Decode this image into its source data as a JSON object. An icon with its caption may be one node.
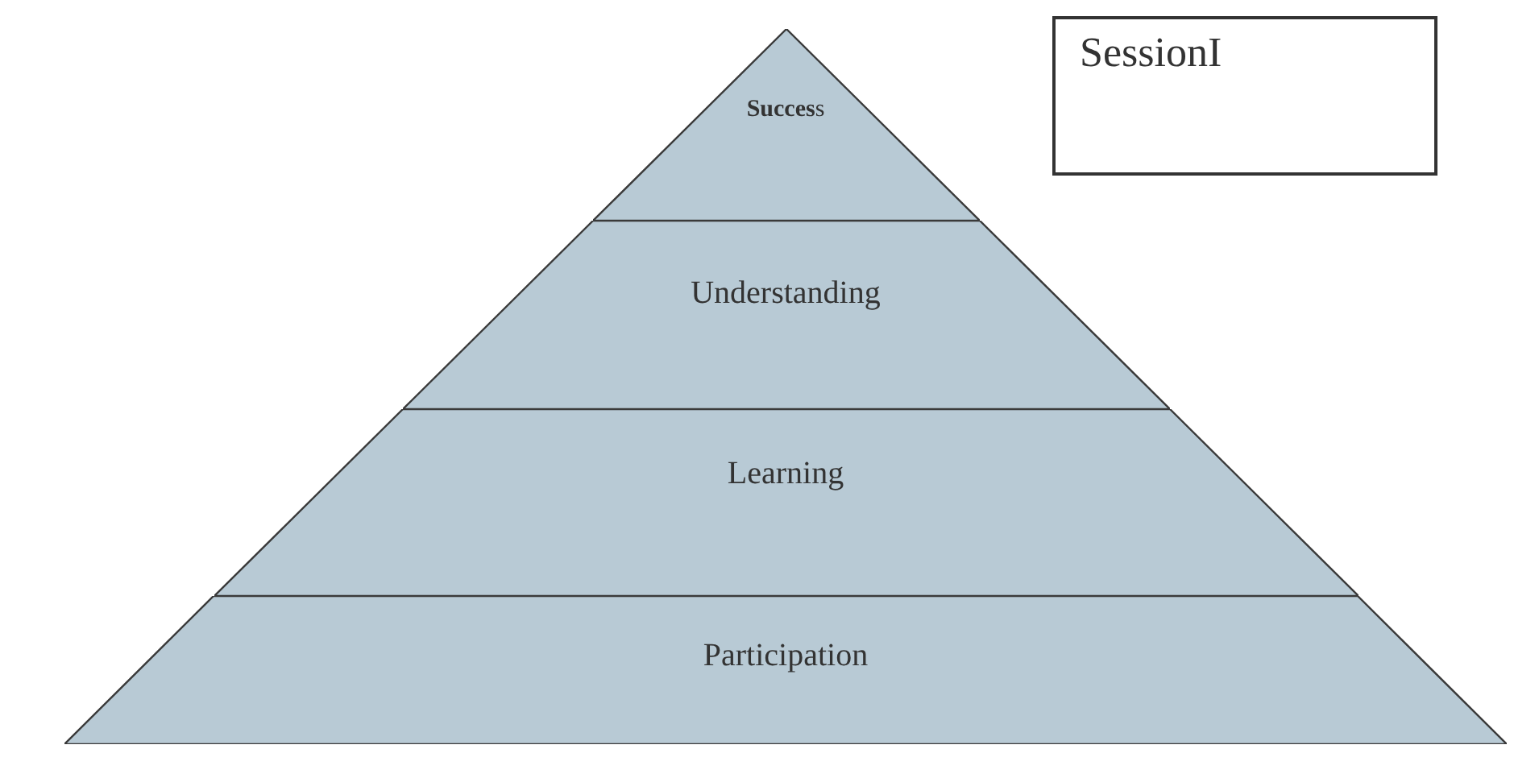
{
  "diagram": {
    "nodes": [
      {
        "text": [
          "**Succes**s"
        ]
      },
      {
        "text": [
          "Understanding"
        ]
      },
      {
        "text": [
          "Learning"
        ]
      },
      {
        "text": [
          "Participation"
        ]
      },
      {
        "text": [
          "SessionI"
        ]
      }
    ]
  }
}
